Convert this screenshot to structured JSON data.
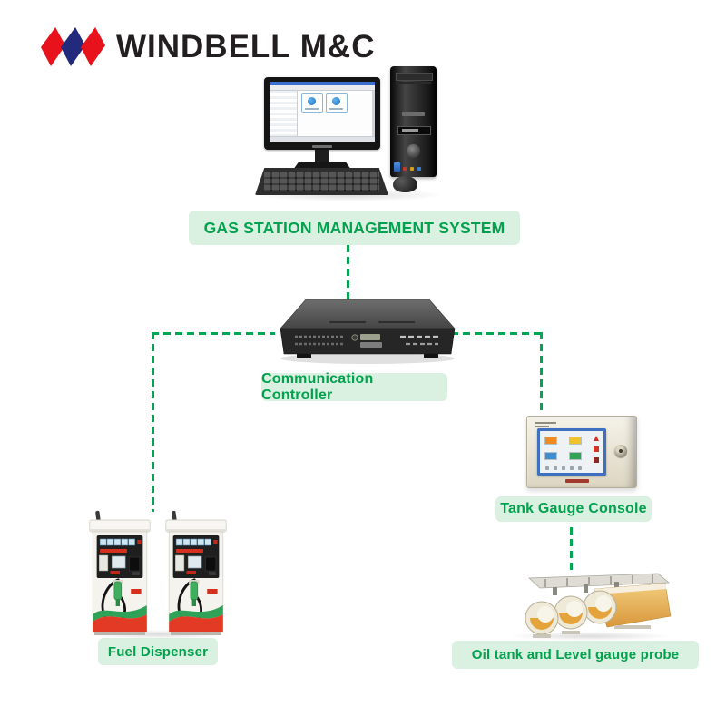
{
  "logo": {
    "text": "WINDBELL M&C",
    "mark_red": "#e8121c",
    "mark_blue": "#232a7c",
    "text_color": "#231f20"
  },
  "theme": {
    "background": "#ffffff",
    "label_bg": "#daf0e1",
    "label_text": "#00a24d",
    "connector_green": "#00a651"
  },
  "diagram": {
    "type": "system-topology",
    "nodes": [
      {
        "id": "management-system",
        "label": "GAS STATION MANAGEMENT SYSTEM",
        "device": "desktop-computer-with-tower-keyboard-mouse"
      },
      {
        "id": "communication-controller",
        "label": "Communication Controller",
        "device": "rack-controller-box"
      },
      {
        "id": "tank-gauge-console",
        "label": "Tank Gauge Console",
        "device": "wall-mounted-console-with-touchscreen"
      },
      {
        "id": "fuel-dispenser",
        "label": "Fuel Dispenser",
        "device": "two-fuel-dispenser-pumps"
      },
      {
        "id": "oil-tank",
        "label": "Oil tank and Level gauge probe",
        "device": "three-underground-oil-tanks"
      }
    ],
    "edges": [
      {
        "from": "management-system",
        "to": "communication-controller",
        "style": "green-dashed"
      },
      {
        "from": "communication-controller",
        "to": "fuel-dispenser",
        "style": "green-dashed"
      },
      {
        "from": "communication-controller",
        "to": "tank-gauge-console",
        "style": "green-dashed"
      },
      {
        "from": "tank-gauge-console",
        "to": "oil-tank",
        "style": "green-dashed"
      }
    ]
  }
}
